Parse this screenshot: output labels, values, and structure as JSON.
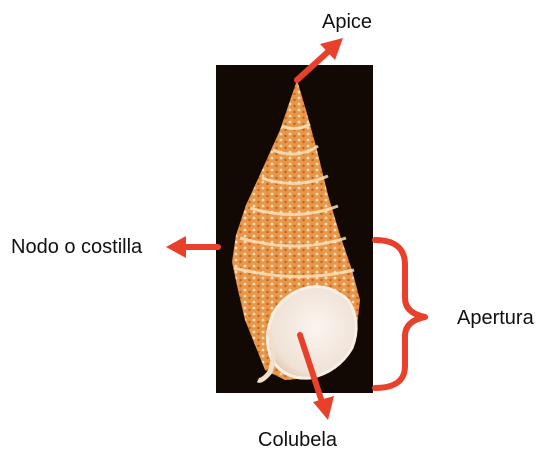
{
  "labels": {
    "apice": "Apice",
    "nodo": "Nodo o costilla",
    "apertura": "Apertura",
    "columela": "Colubela"
  },
  "colors": {
    "arrow": "#e8402a",
    "background_photo": "#120804",
    "shell_light": "#f6e3c2",
    "shell_mid": "#e0913f",
    "shell_dark": "#b8581a",
    "aperture": "#f3ebe4"
  },
  "image": {
    "subject": "shell-photo"
  }
}
